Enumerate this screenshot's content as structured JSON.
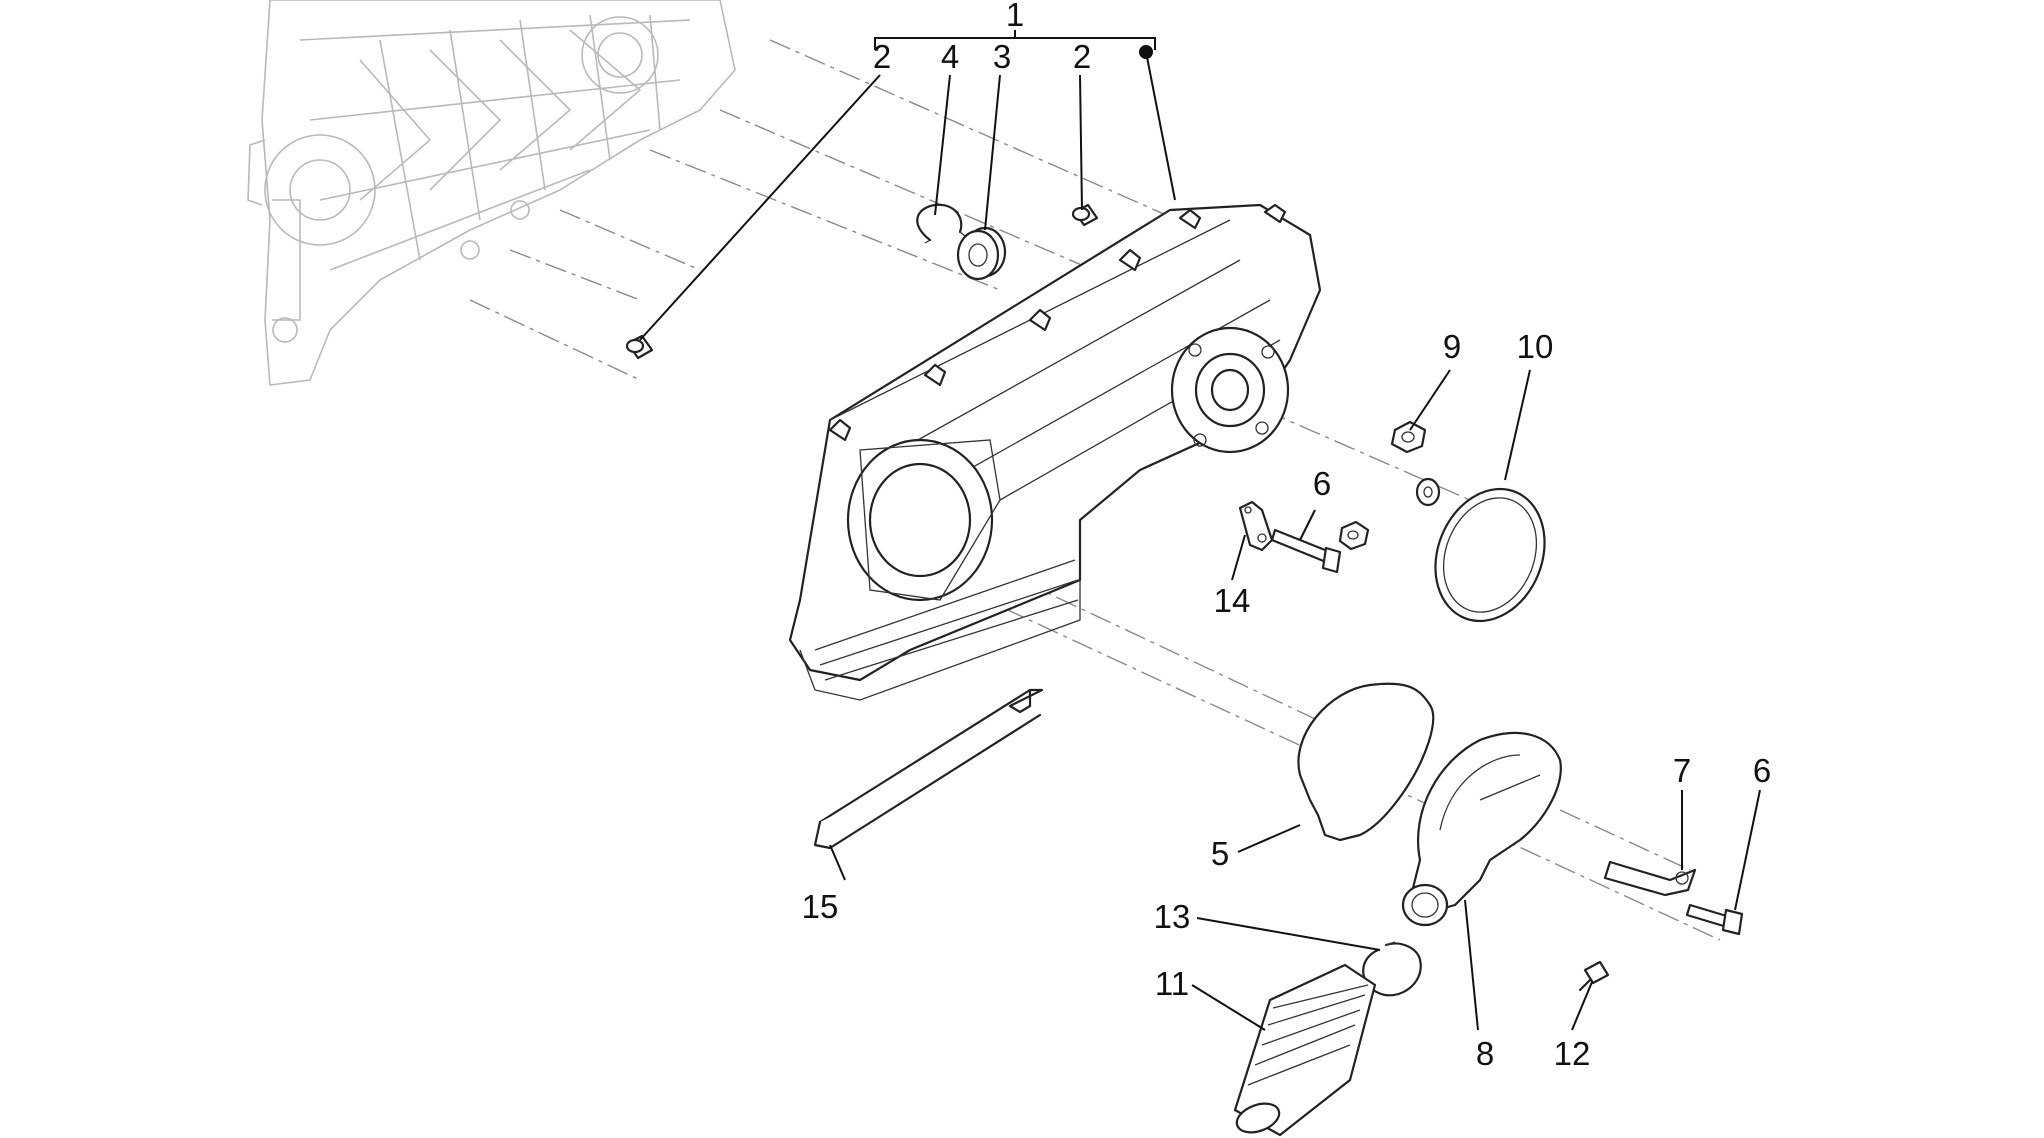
{
  "diagram": {
    "callouts": [
      {
        "id": "1a",
        "label": "1"
      },
      {
        "id": "2a",
        "label": "2"
      },
      {
        "id": "4",
        "label": "4"
      },
      {
        "id": "3",
        "label": "3"
      },
      {
        "id": "2b",
        "label": "2"
      },
      {
        "id": "9",
        "label": "9"
      },
      {
        "id": "10",
        "label": "10"
      },
      {
        "id": "6a",
        "label": "6"
      },
      {
        "id": "14",
        "label": "14"
      },
      {
        "id": "7",
        "label": "7"
      },
      {
        "id": "6b",
        "label": "6"
      },
      {
        "id": "5",
        "label": "5"
      },
      {
        "id": "15",
        "label": "15"
      },
      {
        "id": "13",
        "label": "13"
      },
      {
        "id": "11",
        "label": "11"
      },
      {
        "id": "8",
        "label": "8"
      },
      {
        "id": "12",
        "label": "12"
      }
    ]
  },
  "colors": {
    "ink": "#111111",
    "ghost_outline": "#b9b9b9",
    "axis_line": "#8a8a8a"
  }
}
